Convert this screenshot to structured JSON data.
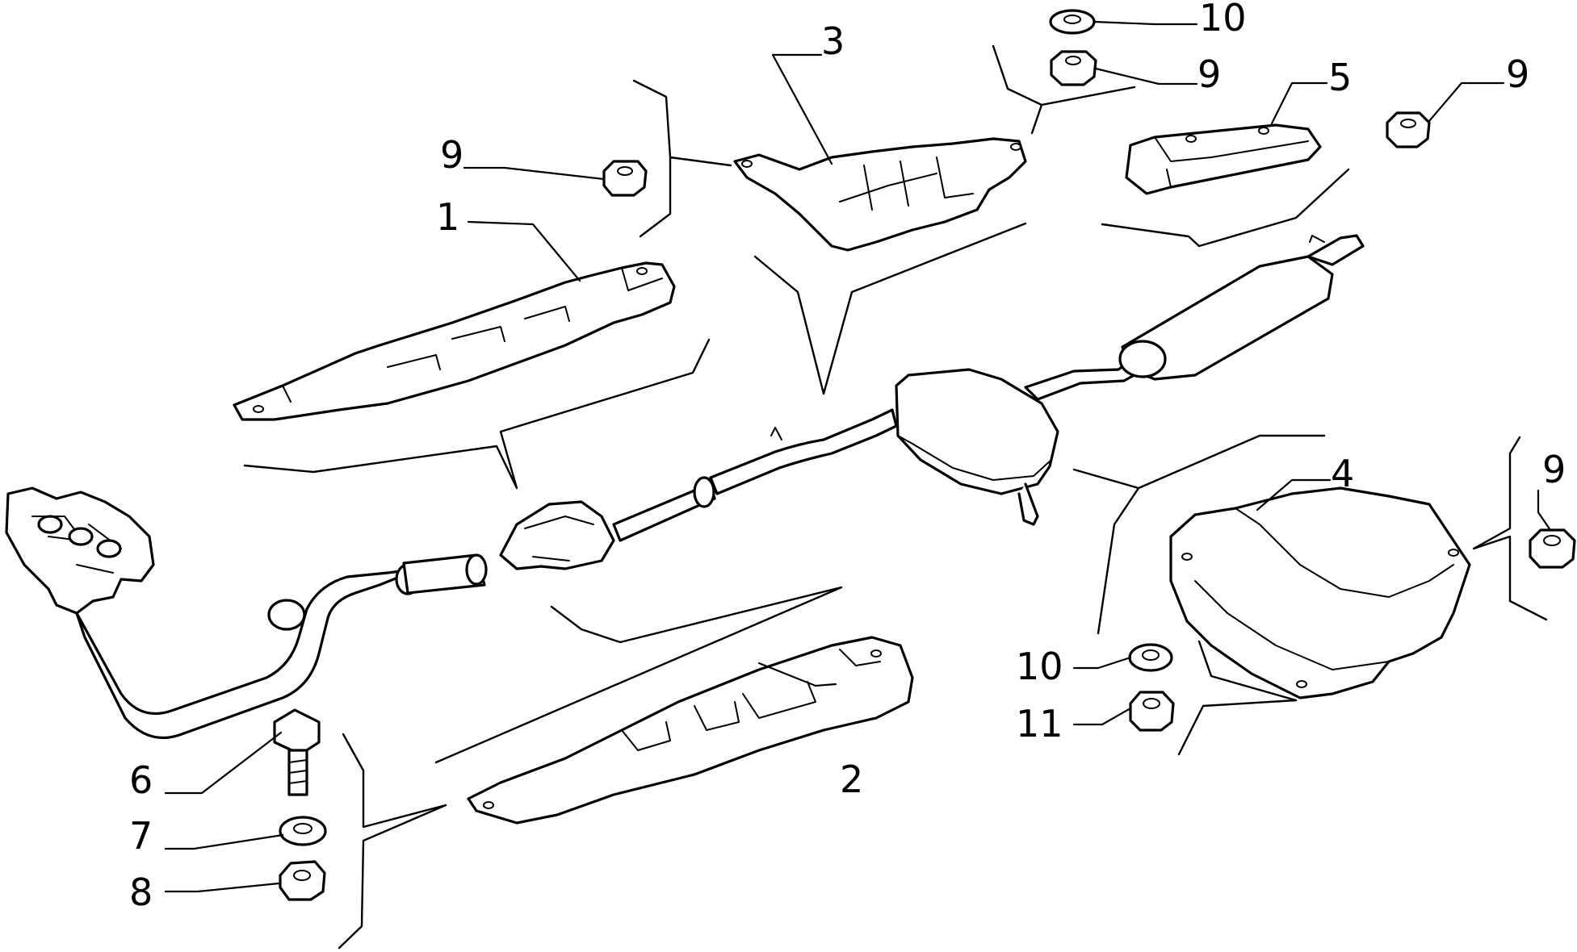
{
  "callouts": {
    "c1": "1",
    "c2": "2",
    "c3": "3",
    "c4": "4",
    "c5": "5",
    "c6": "6",
    "c7": "7",
    "c8": "8",
    "c9_left": "9",
    "c9_top": "9",
    "c9_topright": "9",
    "c9_right": "9",
    "c10_top": "10",
    "c10_bottom": "10",
    "c11": "11"
  }
}
